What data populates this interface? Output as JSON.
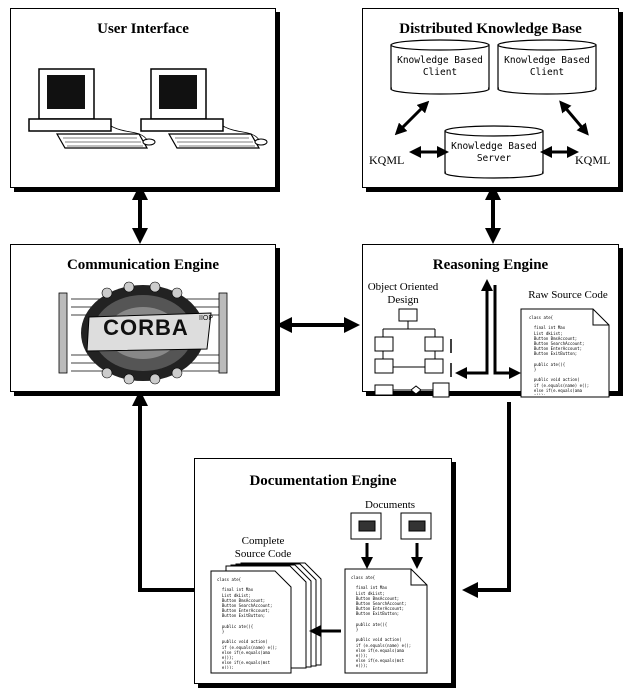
{
  "boxes": {
    "user_interface": {
      "title": "User Interface"
    },
    "knowledge_base": {
      "title": "Distributed Knowledge Base",
      "client_left": [
        "Knowledge Based",
        "Client"
      ],
      "client_right": [
        "Knowledge Based",
        "Client"
      ],
      "server": [
        "Knowledge Based",
        "Server"
      ],
      "kqml_left": "KQML",
      "kqml_right": "KQML"
    },
    "communication": {
      "title": "Communication Engine",
      "logo": "CORBA",
      "logo_sup": "IIOP"
    },
    "reasoning": {
      "title": "Reasoning Engine",
      "ood_label": [
        "Object Oriented",
        "Design"
      ],
      "raw_label": "Raw Source Code"
    },
    "documentation": {
      "title": "Documentation Engine",
      "documents_label": "Documents",
      "complete_label": [
        "Complete",
        "Source Code"
      ]
    }
  },
  "code_snippet": [
    "class ate{",
    "",
    "  final int Max",
    "  List dkList;",
    "  Button BmsAccount;",
    "  Button SearchAccount;",
    "  Button EnterAccount;",
    "  Button ExitButton;",
    "",
    "  public ate(){",
    "  }",
    "",
    "  public void action(",
    "  if (e.equals(name) e();",
    "  else if(e.equals(ama",
    "  e());",
    "  else if(e.equals(mst",
    "  e());"
  ]
}
